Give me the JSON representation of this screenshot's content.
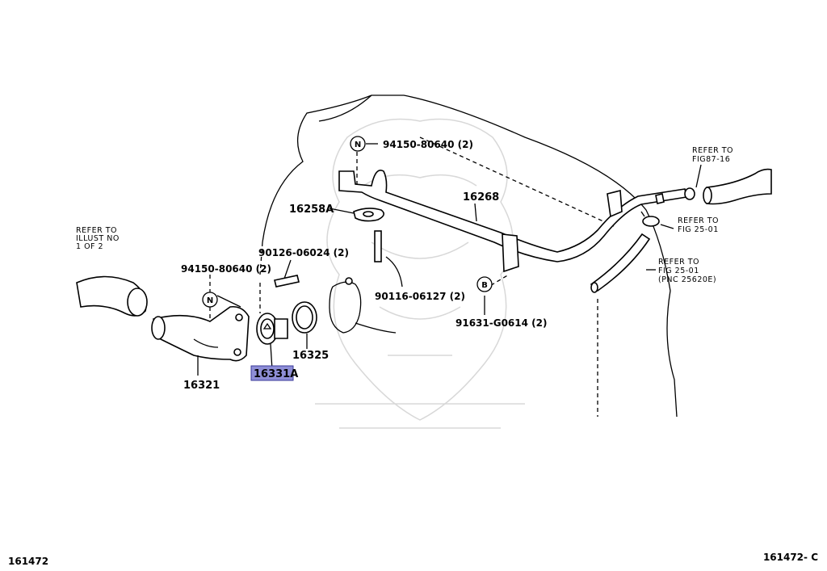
{
  "diagram": {
    "parts": {
      "p16321": "16321",
      "p16331A": "16331A",
      "p16325": "16325",
      "p16258A": "16258A",
      "p16268": "16268",
      "b94150_n_top": "94150-80640 (2)",
      "b94150_n_left": "94150-80640 (2)",
      "b90126": "90126-06024 (2)",
      "b90116": "90116-06127 (2)",
      "b91631": "91631-G0614 (2)"
    },
    "callouts": {
      "n_top": "N",
      "n_left": "N",
      "b": "B"
    },
    "notes": {
      "illust_line1": "REFER TO",
      "illust_line2": "ILLUST NO",
      "illust_line3": "1 OF 2",
      "fig87_line1": "REFER TO",
      "fig87_line2": "FIG87-16",
      "fig25a_line1": "REFER TO",
      "fig25a_line2": "FIG 25-01",
      "fig25b_line1": "REFER TO",
      "fig25b_line2": "FIG 25-01",
      "fig25b_line3": "(PNC 25620E)"
    },
    "footer": {
      "left": "161472",
      "right": "161472- C"
    },
    "highlight_color": "#8e8ed6"
  }
}
